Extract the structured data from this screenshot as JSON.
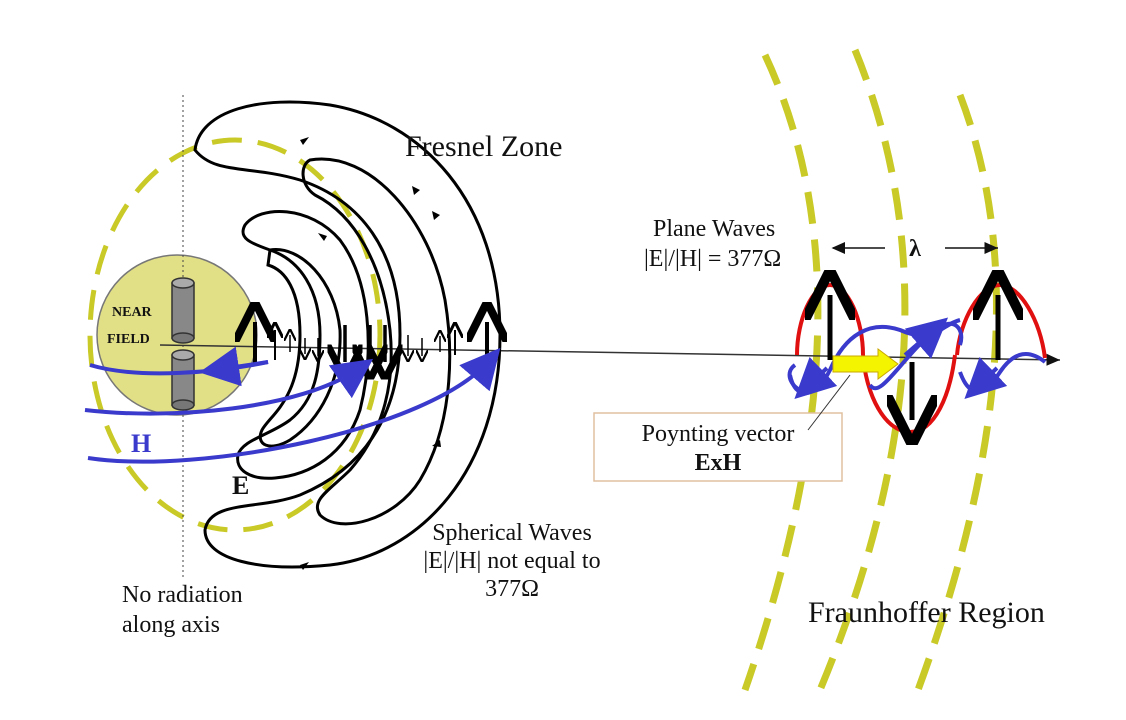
{
  "labels": {
    "fresnel_zone": "Fresnel Zone",
    "plane_waves_title": "Plane Waves",
    "plane_waves_ratio": "|E|/|H| = 377Ω",
    "lambda": "λ",
    "near": "NEAR",
    "field": "FIELD",
    "h": "H",
    "e": "E",
    "poynting_vector": "Poynting vector",
    "exh": "ExH",
    "spherical_line1": "Spherical Waves",
    "spherical_line2": "|E|/|H| not equal to",
    "spherical_line3": "377Ω",
    "no_radiation_line1": "No radiation",
    "no_radiation_line2": "along axis",
    "fraunhoffer_region": "Fraunhoffer Region"
  },
  "colors": {
    "wavefront_dashed": "#c9c927",
    "near_field_disc": "#e2e087",
    "h_field": "#3a3acc",
    "e_wave_red": "#e01010",
    "poynting_arrow": "#f4f400",
    "poynting_box_border": "#e0bfa0",
    "e_field_lines": "#000000"
  },
  "icons": {
    "antenna": "cylinder-dipole-icon"
  }
}
